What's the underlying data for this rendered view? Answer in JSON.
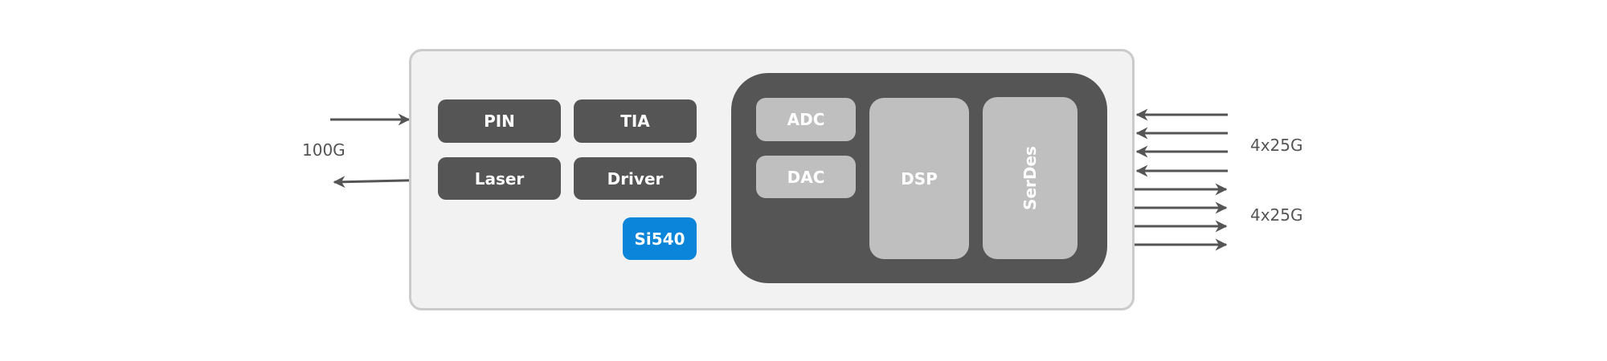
{
  "diagram": {
    "left_port": {
      "label": "100G"
    },
    "right_ports": [
      {
        "label": "4x25G",
        "direction": "in",
        "lanes": 4
      },
      {
        "label": "4x25G",
        "direction": "out",
        "lanes": 4
      }
    ],
    "optical_blocks": {
      "pin": "PIN",
      "tia": "TIA",
      "laser": "Laser",
      "driver": "Driver",
      "clock": "Si540"
    },
    "dsp_chip": {
      "adc": "ADC",
      "dac": "DAC",
      "dsp": "DSP",
      "serdes": "SerDes"
    },
    "colors": {
      "block": "#555555",
      "sub_block": "#bfbfbf",
      "panel": "#f2f2f2",
      "panel_border": "#cbcbcb",
      "clock_accent": "#0a85d9",
      "wire": "#555555"
    }
  }
}
